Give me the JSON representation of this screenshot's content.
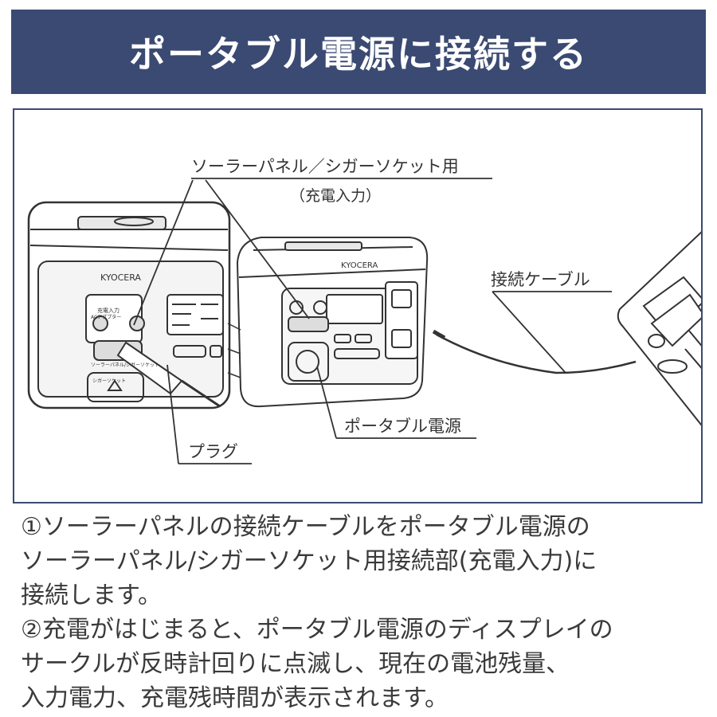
{
  "header": {
    "title": "ポータブル電源に接続する"
  },
  "figure": {
    "callouts": {
      "solar_port_line1": "ソーラーパネル／シガーソケット用",
      "solar_port_line2": "（充電入力）",
      "cable": "接続ケーブル",
      "portable_power": "ポータブル電源",
      "plug": "プラグ"
    },
    "device_logo": "KYOCERA",
    "zoom_labels": {
      "input": "充電入力",
      "ac_adapter": "ACアダプター",
      "solar_cigar": "ソーラーパネル/シガーソケット",
      "cigar_socket": "シガーソケット"
    }
  },
  "instructions": {
    "lines": [
      "①ソーラーパネルの接続ケーブルをポータブル電源の",
      "ソーラーパネル/シガーソケット用接続部(充電入力)に",
      "接続します。",
      "②充電がはじまると、ポータブル電源のディスプレイの",
      "サークルが反時計回りに点滅し、現在の電池残量、",
      "入力電力、充電残時間が表示されます。"
    ]
  },
  "colors": {
    "header_bg": "#3b4a72",
    "frame_border": "#3b4a72",
    "line_art": "#333333"
  }
}
